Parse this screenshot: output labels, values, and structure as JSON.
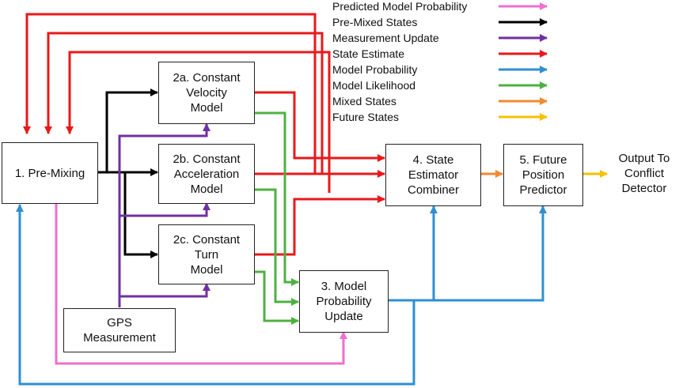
{
  "colors": {
    "predicted_model_probability": "#ee6fcf",
    "pre_mixed_states": "#000000",
    "measurement_update": "#7030a0",
    "state_estimate": "#e8191b",
    "model_probability": "#2e8fd1",
    "model_likelihood": "#4fb042",
    "mixed_states": "#f28a30",
    "future_states": "#f5c100"
  },
  "blocks": {
    "pre_mixing": "1. Pre-Mixing",
    "cv_model": "2a. Constant\nVelocity\nModel",
    "ca_model": "2b. Constant\nAcceleration\nModel",
    "ct_model": "2c. Constant\nTurn\nModel",
    "gps": "GPS\nMeasurement",
    "model_prob_update": "3. Model\nProbability\nUpdate",
    "state_combiner": "4. State\nEstimator\nCombiner",
    "future_predictor": "5. Future\nPosition\nPredictor",
    "output": "Output To\nConflict\nDetector"
  },
  "legend": [
    {
      "label": "Predicted Model Probability",
      "color": "#ee6fcf"
    },
    {
      "label": "Pre-Mixed States",
      "color": "#000000"
    },
    {
      "label": "Measurement Update",
      "color": "#7030a0"
    },
    {
      "label": "State Estimate",
      "color": "#e8191b"
    },
    {
      "label": "Model Probability",
      "color": "#2e8fd1"
    },
    {
      "label": "Model Likelihood",
      "color": "#4fb042"
    },
    {
      "label": "Mixed States",
      "color": "#f28a30"
    },
    {
      "label": "Future States",
      "color": "#f5c100"
    }
  ]
}
